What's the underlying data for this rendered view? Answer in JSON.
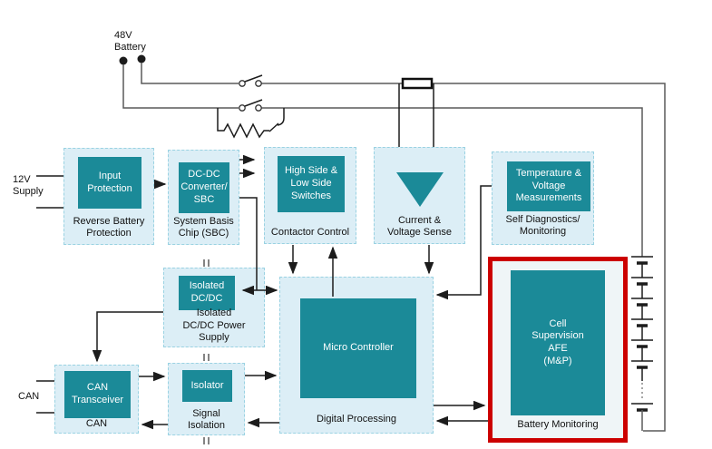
{
  "labels": {
    "battery_48v": "48V\nBattery",
    "supply_12v": "12V\nSupply",
    "can_bus": "CAN"
  },
  "blocks": {
    "reverse_battery": {
      "chip": "Input\nProtection",
      "caption": "Reverse Battery\nProtection"
    },
    "sbc": {
      "chip": "DC-DC\nConverter/\nSBC",
      "caption": "System Basis\nChip (SBC)"
    },
    "contactor": {
      "chip": "High Side &\nLow Side\nSwitches",
      "caption": "Contactor Control"
    },
    "sense": {
      "caption": "Current &\nVoltage Sense"
    },
    "selfdiag": {
      "chip": "Temperature &\nVoltage\nMeasurements",
      "caption": "Self Diagnostics/\nMonitoring"
    },
    "isodcdc": {
      "chip": "Isolated\nDC/DC",
      "caption": "Isolated\nDC/DC Power\nSupply"
    },
    "digital": {
      "chip": "Micro Controller",
      "caption": "Digital Processing"
    },
    "battery_mon": {
      "chip": "Cell\nSupervision\nAFE\n(M&P)",
      "caption": "Battery Monitoring"
    },
    "can": {
      "chip": "CAN\nTransceiver",
      "caption": "CAN"
    },
    "sigiso": {
      "chip": "Isolator",
      "caption": "Signal\nIsolation"
    }
  },
  "colors": {
    "teal": "#1B8A98",
    "container_fill": "#DCEEF6",
    "container_border": "#9AD2E2",
    "highlight": "#CC0000",
    "highlight_fill": "#EFF5F7",
    "wire": "#1C1C1C",
    "rail": "#5A5A5A"
  }
}
